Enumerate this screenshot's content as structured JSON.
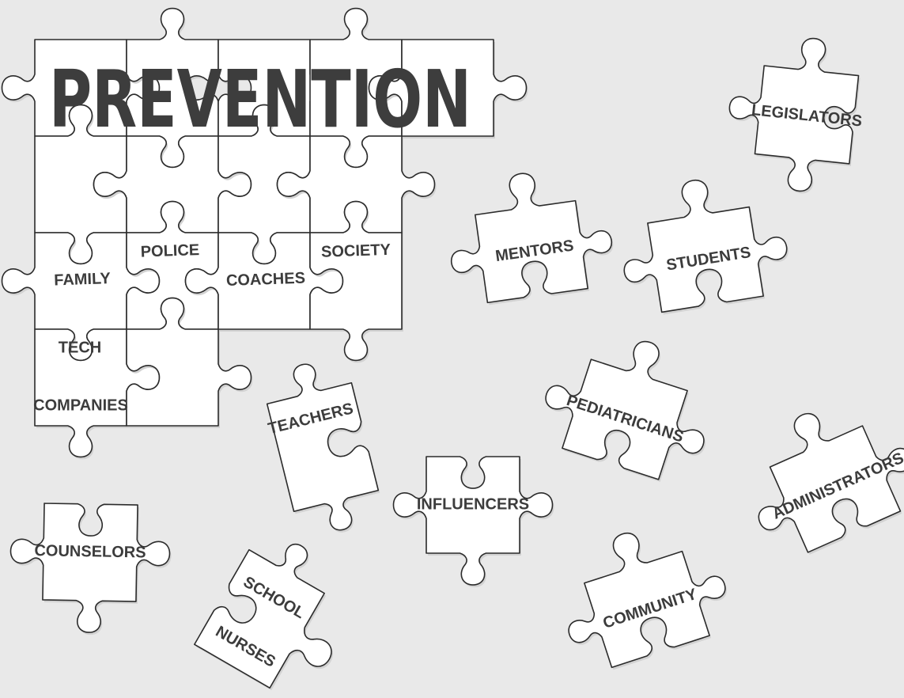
{
  "title": "PREVENTION",
  "colors": {
    "background": "#e9e9e9",
    "piece": "#ffffff",
    "outline": "#2b2b2b",
    "text": "#3c3c3c"
  },
  "cluster_labels": {
    "family": "FAMILY",
    "police": "POLICE",
    "coaches": "COACHES",
    "society": "SOCIETY",
    "tech": "TECH",
    "companies": "COMPANIES"
  },
  "scattered_pieces": {
    "legislators": "LEGISLATORS",
    "mentors": "MENTORS",
    "students": "STUDENTS",
    "teachers": "TEACHERS",
    "pediatricians": "PEDIATRICIANS",
    "administrators": "ADMINISTRATORS",
    "influencers": "INFLUENCERS",
    "counselors": "COUNSELORS",
    "school": "SCHOOL",
    "nurses": "NURSES",
    "community": "COMMUNITY"
  }
}
